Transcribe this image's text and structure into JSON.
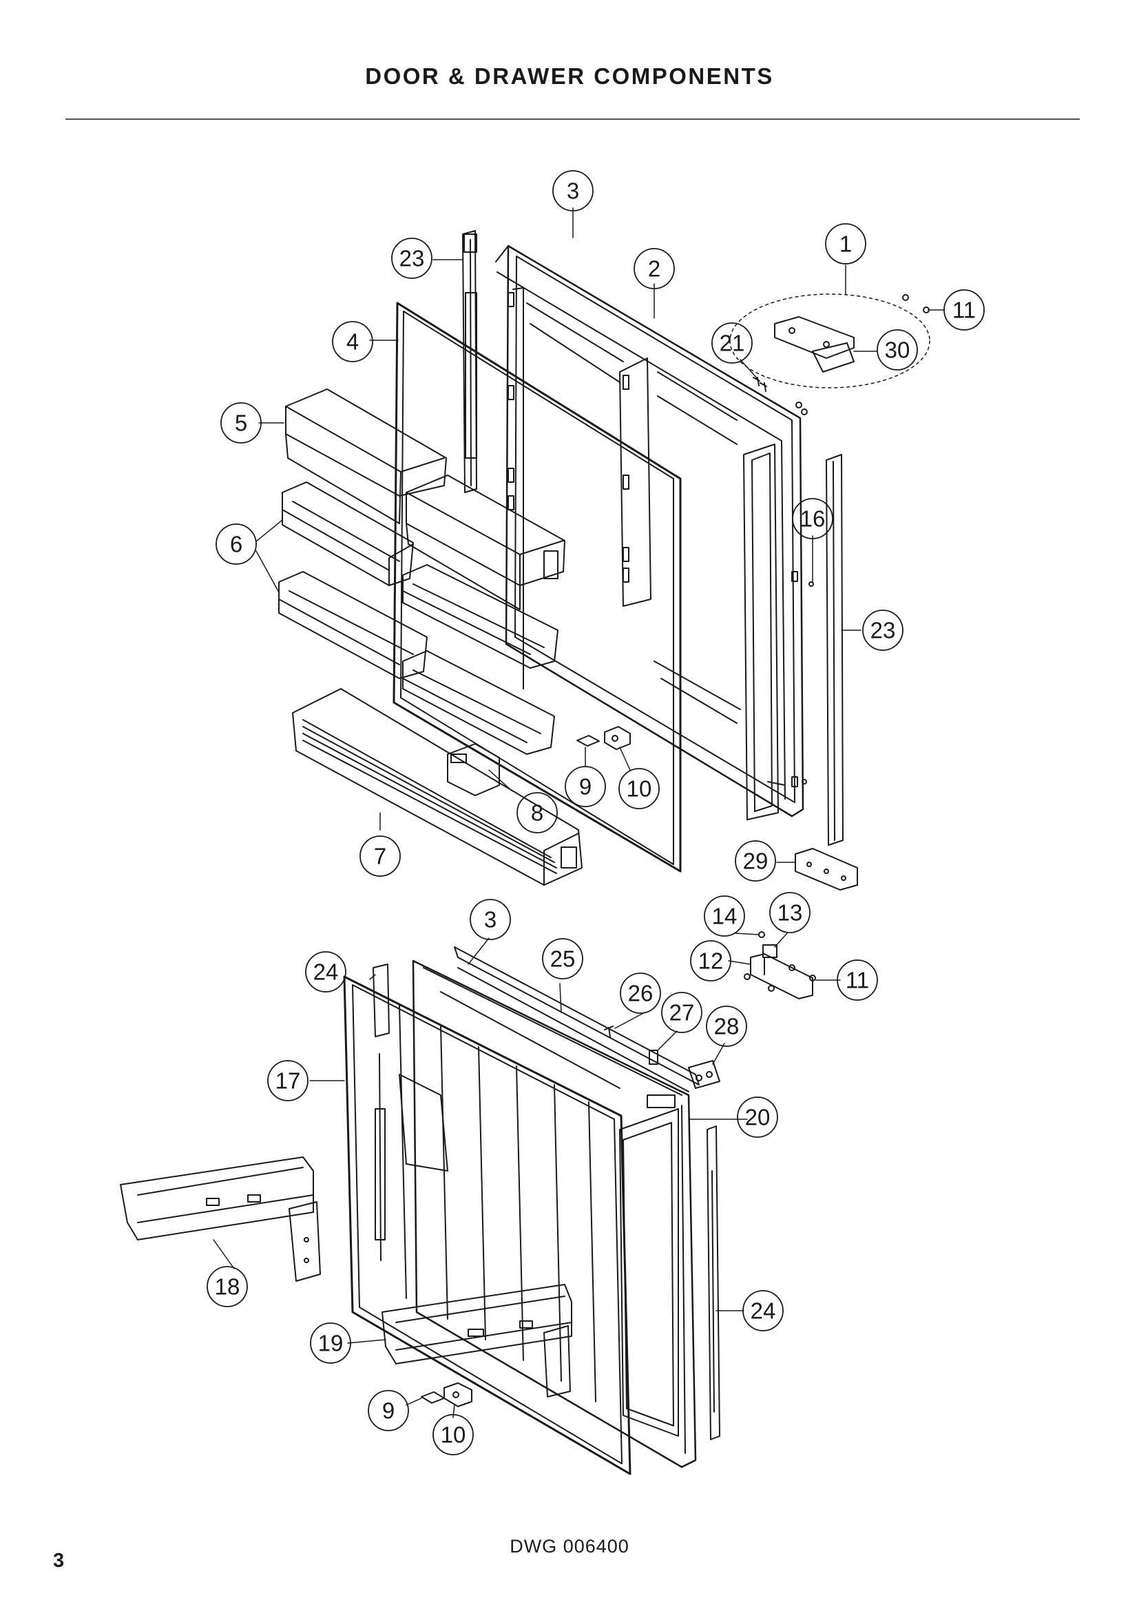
{
  "header": {
    "title": "DOOR & DRAWER COMPONENTS"
  },
  "footer": {
    "drawing_number": "DWG 006400",
    "page_number": "3"
  },
  "callouts": {
    "c1": "1",
    "c2": "2",
    "c3a": "3",
    "c3b": "3",
    "c4": "4",
    "c5": "5",
    "c6": "6",
    "c7": "7",
    "c8": "8",
    "c9a": "9",
    "c9b": "9",
    "c10a": "10",
    "c10b": "10",
    "c11a": "11",
    "c11b": "11",
    "c12": "12",
    "c13": "13",
    "c14": "14",
    "c16": "16",
    "c17": "17",
    "c18": "18",
    "c19": "19",
    "c20": "20",
    "c21": "21",
    "c23a": "23",
    "c23b": "23",
    "c24a": "24",
    "c24b": "24",
    "c25": "25",
    "c26": "26",
    "c27": "27",
    "c28": "28",
    "c29": "29",
    "c30": "30"
  }
}
